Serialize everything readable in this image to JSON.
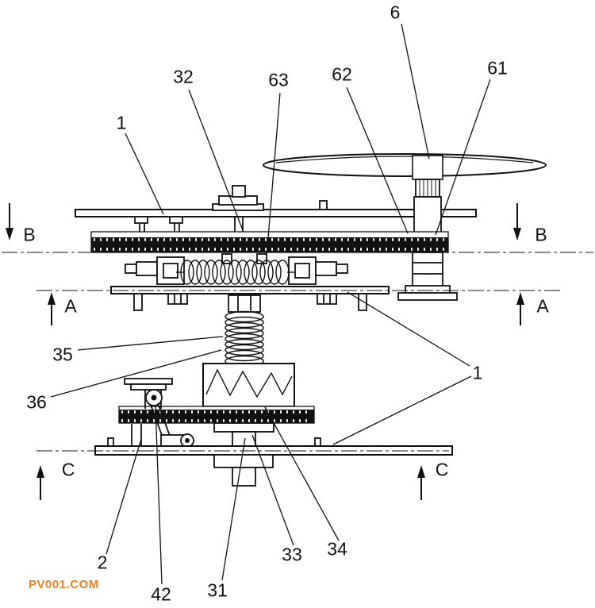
{
  "watermark": {
    "text": "PV001.COM",
    "color": "#ee7f1d"
  },
  "colors": {
    "line": "#111111",
    "background": "#ffffff"
  },
  "part_labels": {
    "p1_top": "1",
    "p32": "32",
    "p63": "63",
    "p62": "62",
    "p6": "6",
    "p61": "61",
    "p35": "35",
    "p36": "36",
    "p1_right": "1",
    "p2": "2",
    "p42": "42",
    "p31": "31",
    "p33": "33",
    "p34": "34"
  },
  "section_markers": {
    "b_left": "B",
    "b_right": "B",
    "a_left": "A",
    "a_right": "A",
    "c_left": "C",
    "c_right": "C"
  }
}
